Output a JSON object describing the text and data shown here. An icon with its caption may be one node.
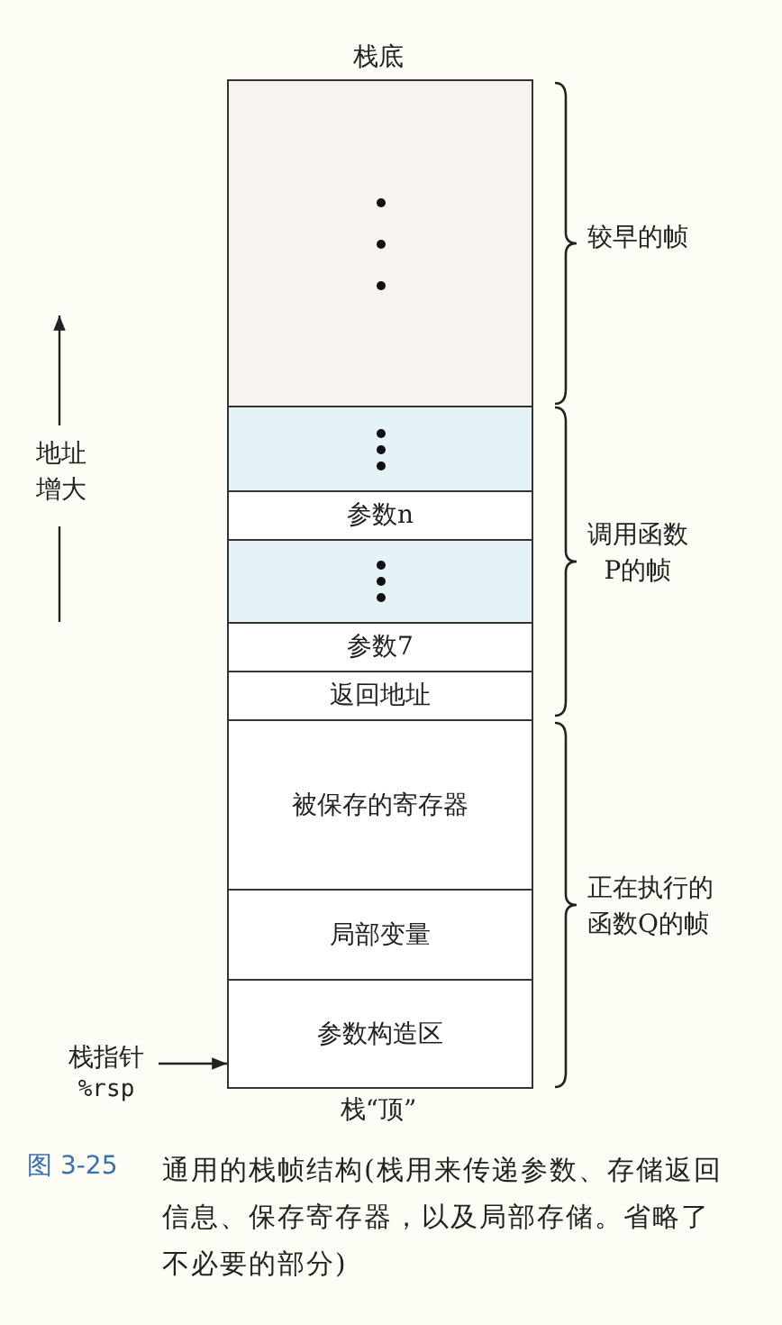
{
  "diagram": {
    "caption": "通用的栈帧结构(栈用来传递参数、存储返回信息、保存寄存器，以及局部存储。省略了不必要的部分)",
    "nodes": [
      {
        "text": [],
        "shape": "box"
      },
      {
        "text": [],
        "shape": "box"
      },
      {
        "text": [
          "参数n"
        ]
      },
      {
        "text": [],
        "shape": "box"
      },
      {
        "text": [
          "参数7"
        ]
      },
      {
        "text": [
          "返回地址"
        ]
      },
      {
        "text": [
          "被保存的寄存器"
        ]
      },
      {
        "text": [
          "局部变量"
        ]
      },
      {
        "text": [
          "参数构造区"
        ]
      },
      {
        "text": [
          "栈指针",
          "%rsp"
        ]
      }
    ],
    "edges": [
      {
        "from": 9,
        "to": 8,
        "arrow": "to"
      }
    ],
    "labels": [
      "栈底",
      "较早的帧",
      "地址增大",
      "调用函数P的帧",
      "正在执行的函数Q的帧",
      "栈“顶”",
      "图 3-25"
    ]
  }
}
